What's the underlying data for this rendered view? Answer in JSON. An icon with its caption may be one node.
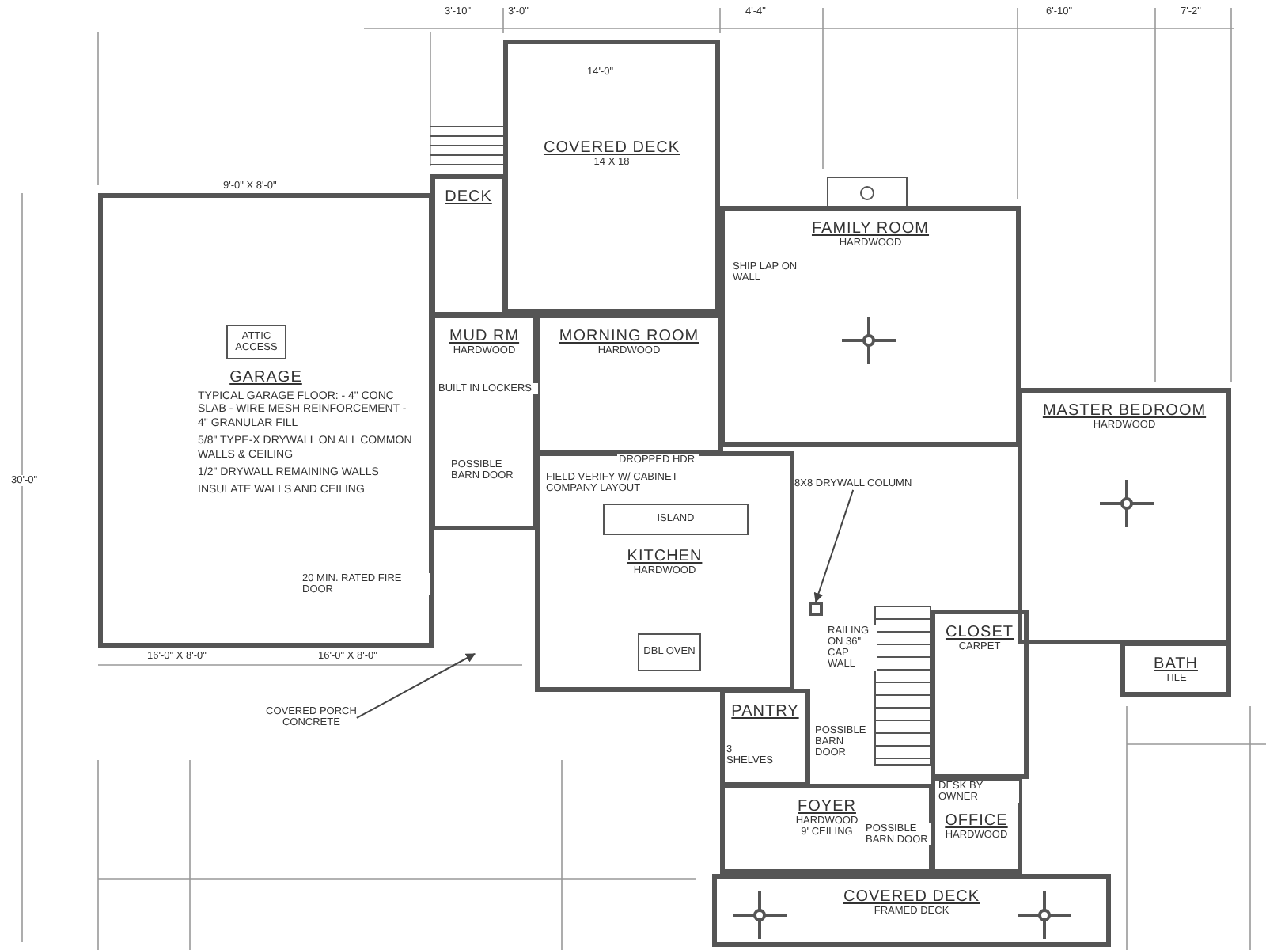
{
  "diagram": {
    "nodes": [
      {
        "text": [
          "COVERED DECK",
          "14 X 18"
        ]
      },
      {
        "text": [
          "DECK"
        ]
      },
      {
        "text": [
          "GARAGE",
          "TYPICAL GARAGE FLOOR: - 4\" CONC SLAB - WIRE MESH REINFORCEMENT - 4\" GRANULAR FILL",
          "5/8\" TYPE-X DRYWALL ON ALL COMMON WALLS & CEILING",
          "1/2\" DRYWALL REMAINING WALLS",
          "INSULATE WALLS AND CEILING"
        ]
      },
      {
        "text": [
          "ATTIC ACCESS"
        ],
        "in": 2
      },
      {
        "text": [
          "FAMILY ROOM",
          "HARDWOOD"
        ]
      },
      {
        "text": [
          "MORNING ROOM",
          "HARDWOOD"
        ]
      },
      {
        "text": [
          "MUD RM",
          "HARDWOOD"
        ]
      },
      {
        "text": [
          "KITCHEN",
          "HARDWOOD"
        ]
      },
      {
        "text": [
          "ISLAND"
        ],
        "in": 7
      },
      {
        "text": [
          "DBL OVEN"
        ],
        "in": 7
      },
      {
        "text": [
          "MASTER BEDROOM",
          "HARDWOOD"
        ]
      },
      {
        "text": [
          "BATH",
          "TILE"
        ]
      },
      {
        "text": [
          "CLOSET",
          "CARPET"
        ]
      },
      {
        "text": [
          "PANTRY"
        ]
      },
      {
        "text": [
          "FOYER",
          "HARDWOOD",
          "9' CEILING"
        ]
      },
      {
        "text": [
          "OFFICE",
          "HARDWOOD"
        ]
      },
      {
        "text": [
          "COVERED DECK",
          "FRAMED DECK"
        ]
      },
      {
        "text": [
          "COVERED PORCH",
          "CONCRETE"
        ]
      },
      {
        "text": [],
        "shape": "box"
      },
      {
        "text": [
          "8X8 DRYWALL COLUMN"
        ]
      }
    ],
    "edges": [
      {
        "from": 17,
        "to": null,
        "arrow": "to"
      },
      {
        "from": 19,
        "to": 18,
        "arrow": "to"
      }
    ],
    "labels": [
      "SHIP LAP ON WALL",
      "DROPPED HDR",
      "FIELD VERIFY W/ CABINET COMPANY LAYOUT",
      "BUILT IN LOCKERS",
      "POSSIBLE BARN DOOR",
      "20 MIN. RATED FIRE DOOR",
      "3 SHELVES",
      "POSSIBLE BARN DOOR",
      "RAILING ON 36\" CAP WALL",
      "POSSIBLE BARN DOOR",
      "DESK BY OWNER",
      "14'-0\"",
      "9'-0\" X 8'-0\"",
      "30'-0\"",
      "3'-10\"",
      "3'-0\"",
      "4'-4\"",
      "6'-10\"",
      "7'-2\"",
      "16'-0\" X 8'-0\"",
      "16'-0\" X 8'-0\""
    ]
  }
}
